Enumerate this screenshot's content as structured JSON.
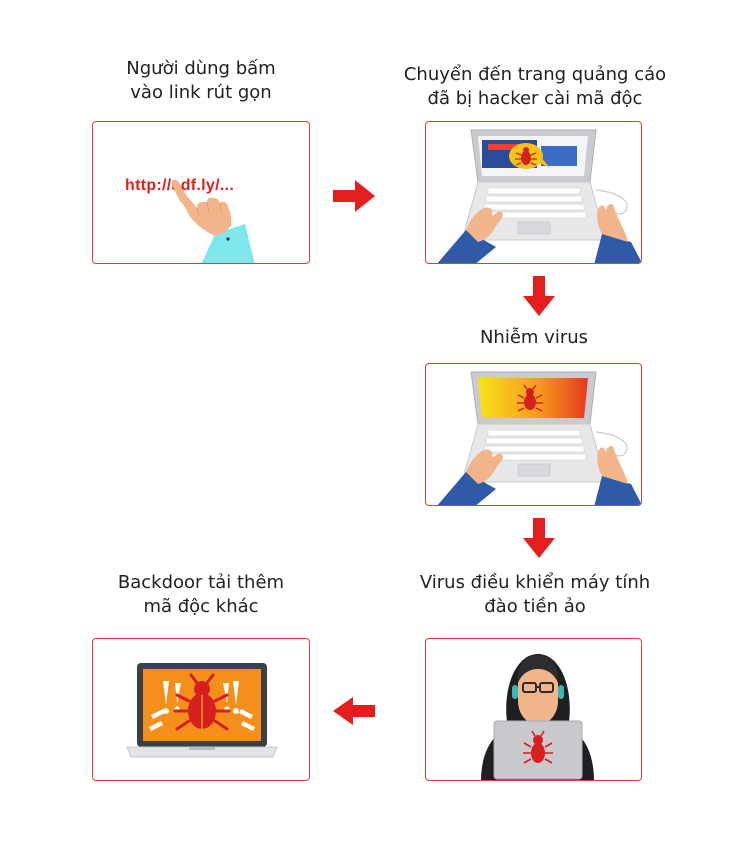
{
  "steps": [
    {
      "line1": "Người dùng bấm",
      "line2": "vào link rút gọn"
    },
    {
      "line1": "Chuyển đến trang quảng cáo",
      "line2": "đã bị hacker cài mã độc"
    },
    {
      "line1": "Nhiễm virus",
      "line2": ""
    },
    {
      "line1": "Virus điều khiển máy tính",
      "line2": "đào tiền ảo"
    },
    {
      "line1": "Backdoor tải thêm",
      "line2": "mã độc khác"
    }
  ],
  "shortlink_text": "http://adf.ly/...",
  "colors": {
    "accent": "#e41e1e",
    "box_border": "#e53a3a",
    "laptop": "#c7c9cc",
    "sleeve": "#2e5aa8",
    "skin": "#f2b48a"
  },
  "icons": [
    "pointing-hand-icon",
    "arrow-right-icon",
    "arrow-down-icon",
    "arrow-left-icon",
    "laptop-icon",
    "bug-icon",
    "hacker-icon",
    "warning-icon"
  ]
}
